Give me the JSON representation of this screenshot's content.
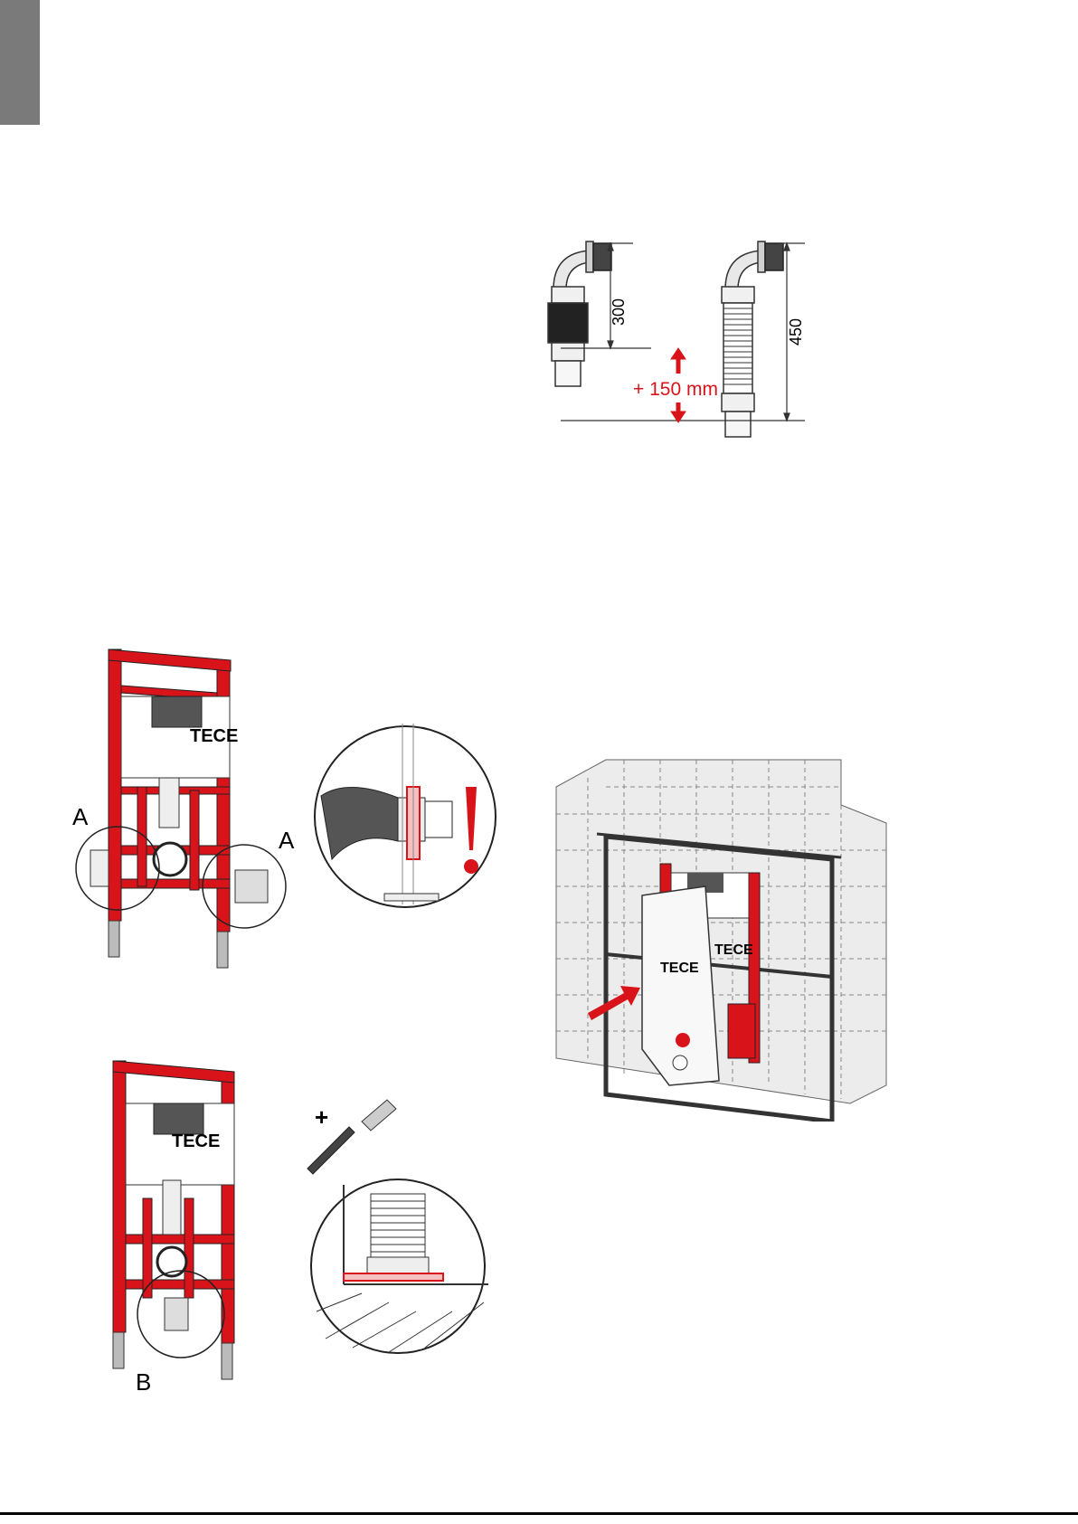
{
  "page": {
    "accent_color": "#d8141a",
    "tab_color": "#7a7a7a"
  },
  "pipe_figure": {
    "short_length": "300",
    "long_length": "450",
    "extension": "+ 150 mm"
  },
  "frame_top": {
    "logo": "TECE",
    "callout_left": "A",
    "callout_right": "A"
  },
  "frame_bottom": {
    "logo": "TECE",
    "callout": "B",
    "plus_sign": "+"
  },
  "wall_figure": {
    "logo_frame": "TECE",
    "logo_panel": "TECE"
  }
}
